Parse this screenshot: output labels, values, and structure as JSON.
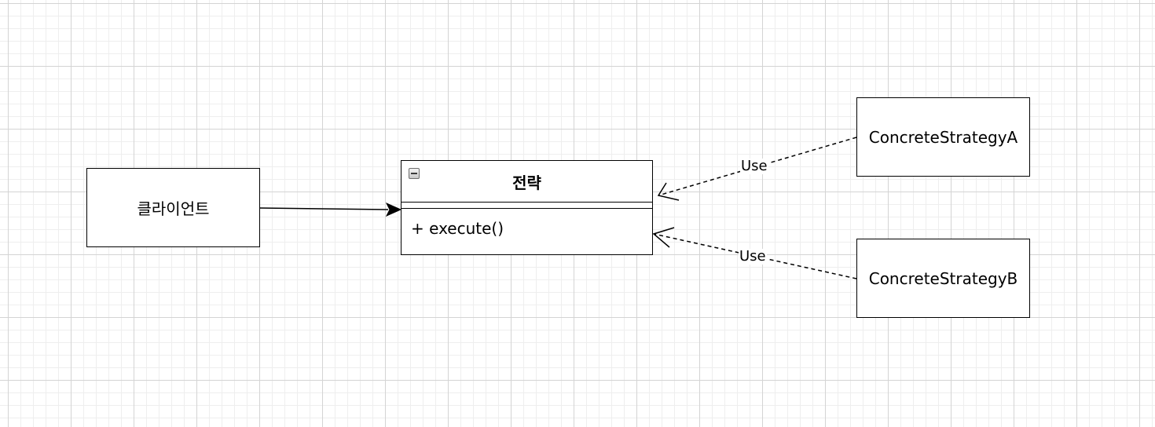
{
  "diagram": {
    "client": {
      "label": "클라이언트"
    },
    "strategy": {
      "name": "전략",
      "attributes": [],
      "methods": [
        "+ execute()"
      ]
    },
    "concrete_a": {
      "label": "ConcreteStrategyA"
    },
    "concrete_b": {
      "label": "ConcreteStrategyB"
    },
    "edges": {
      "a_to_strategy": {
        "label": "Use"
      },
      "b_to_strategy": {
        "label": "Use"
      }
    }
  },
  "colors": {
    "grid_major": "#d4d4d4",
    "grid_minor": "#eeeeee",
    "stroke": "#000000",
    "background": "#ffffff"
  }
}
